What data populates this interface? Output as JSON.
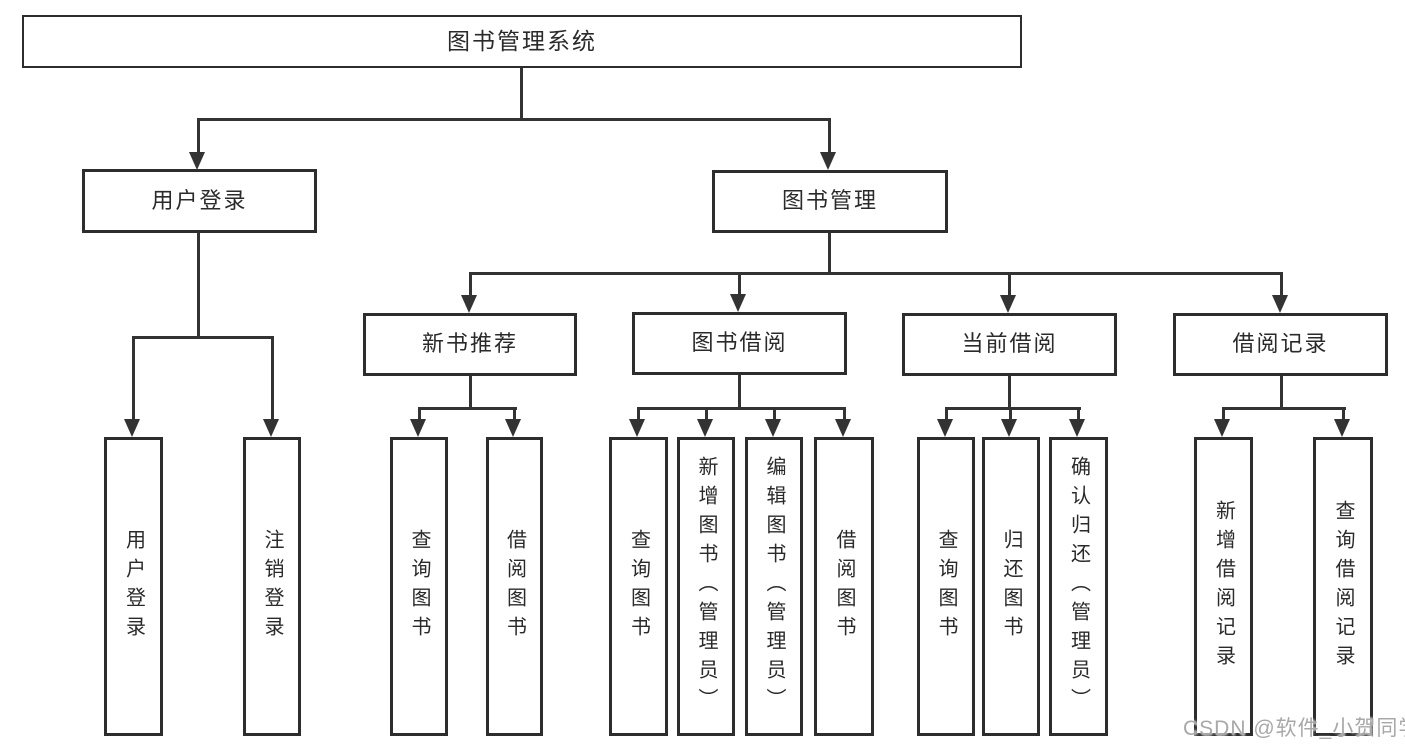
{
  "diagram": {
    "root": {
      "label": "图书管理系统"
    },
    "level2": [
      {
        "label": "用户登录"
      },
      {
        "label": "图书管理"
      }
    ],
    "level3": [
      {
        "label": "新书推荐"
      },
      {
        "label": "图书借阅"
      },
      {
        "label": "当前借阅"
      },
      {
        "label": "借阅记录"
      }
    ],
    "leaves": {
      "user_login": [
        {
          "label": "用户登录"
        },
        {
          "label": "注销登录"
        }
      ],
      "new_book": [
        {
          "label": "查询图书"
        },
        {
          "label": "借阅图书"
        }
      ],
      "book_borrow": [
        {
          "label": "查询图书"
        },
        {
          "label": "新增图书（管理员）"
        },
        {
          "label": "编辑图书（管理员）"
        },
        {
          "label": "借阅图书"
        }
      ],
      "current_borrow": [
        {
          "label": "查询图书"
        },
        {
          "label": "归还图书"
        },
        {
          "label": "确认归还（管理员）"
        }
      ],
      "borrow_record": [
        {
          "label": "新增借阅记录"
        },
        {
          "label": "查询借阅记录"
        }
      ]
    },
    "watermark": "CSDN @软件_小贺同学",
    "colors": {
      "line": "#333333",
      "text": "#2a2a2a",
      "watermark": "#a8a8a8",
      "background": "#ffffff"
    }
  }
}
